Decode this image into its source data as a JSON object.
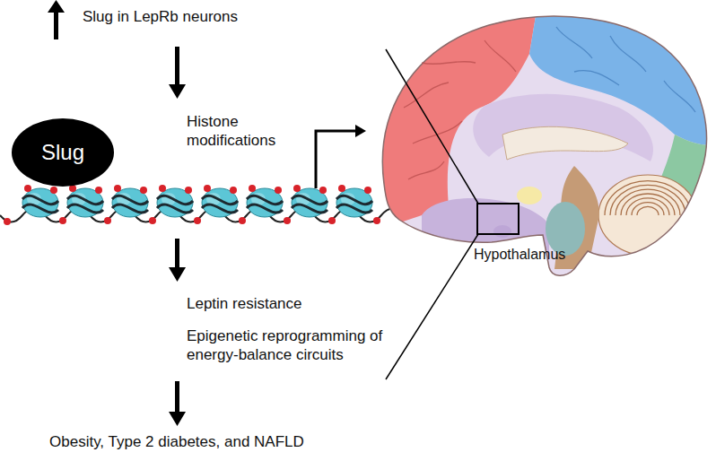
{
  "diagram": {
    "nodes": [
      {
        "text": [
          "Slug"
        ]
      }
    ],
    "labels": [
      "Slug in LepRb neurons",
      "Histone modifications",
      "Leptin resistance",
      "Epigenetic reprogramming of energy-balance circuits",
      "Obesity, Type 2 diabetes, and NAFLD",
      "Hypothalamus"
    ]
  }
}
